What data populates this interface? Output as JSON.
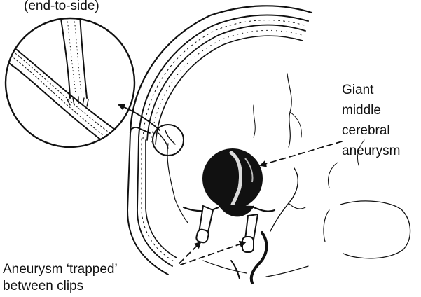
{
  "labels": {
    "anastomosis": "(end-to-side)",
    "aneurysm": [
      "Giant",
      "middle",
      "cerebral",
      "aneurysm"
    ],
    "trapped": [
      "Aneurysm ‘trapped’",
      "between clips"
    ]
  },
  "colors": {
    "ink": "#111111",
    "background": "#ffffff"
  }
}
